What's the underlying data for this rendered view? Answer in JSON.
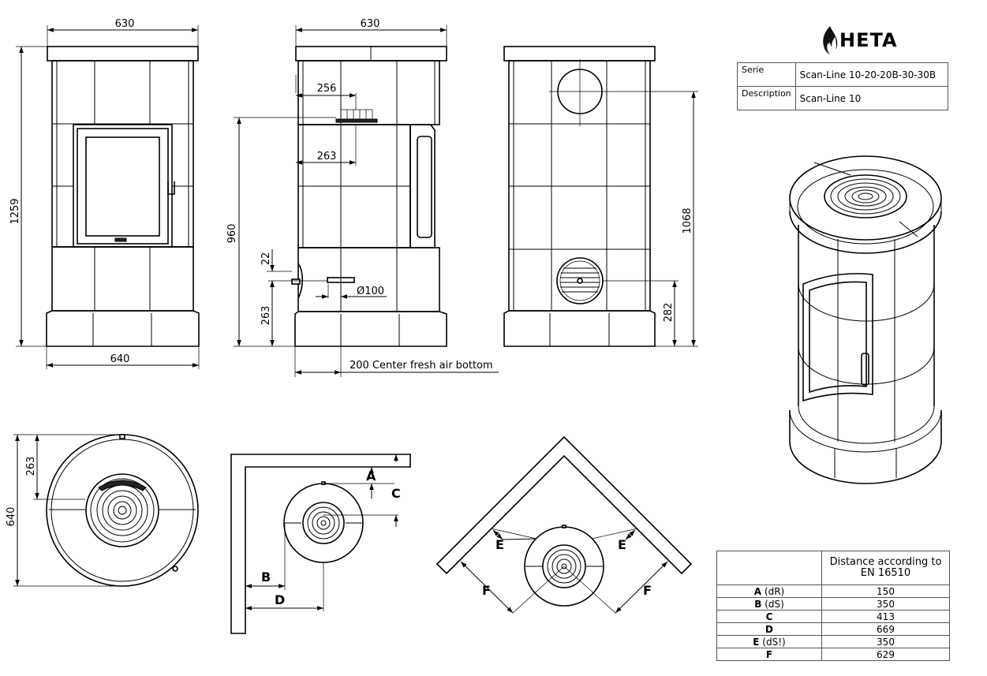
{
  "brand": {
    "name": "HETA",
    "logo_icon": "flame-icon"
  },
  "info": {
    "rows": [
      {
        "label": "Serie",
        "value": "Scan-Line 10-20-20B-30-30B"
      },
      {
        "label": "Description",
        "value": "Scan-Line 10"
      }
    ]
  },
  "dimensions": {
    "front_width_top": "630",
    "front_height": "1259",
    "front_width_bottom": "640",
    "side_width_top": "630",
    "side_outlet_top_offset": "256",
    "side_outlet_bottom_offset": "263",
    "side_outlet_height": "960",
    "side_air_offset": "22",
    "side_air_height": "263",
    "side_air_diameter": "Ø100",
    "side_air_note": "200 Center fresh air bottom",
    "rear_outlet_height": "1068",
    "rear_air_height": "282",
    "plan_depth_top": "263",
    "plan_depth": "640"
  },
  "clearance": {
    "labels": {
      "a": "A",
      "b": "B",
      "c": "C",
      "d": "D",
      "e": "E",
      "f": "F"
    },
    "table": {
      "header": "Distance according to EN 16510",
      "rows": [
        {
          "letter": "A",
          "suffix": "(dR)",
          "value": "150"
        },
        {
          "letter": "B",
          "suffix": "(dS)",
          "value": "350"
        },
        {
          "letter": "C",
          "suffix": "",
          "value": "413"
        },
        {
          "letter": "D",
          "suffix": "",
          "value": "669"
        },
        {
          "letter": "E",
          "suffix": "(dS!)",
          "value": "350"
        },
        {
          "letter": "F",
          "suffix": "",
          "value": "629"
        }
      ]
    }
  }
}
